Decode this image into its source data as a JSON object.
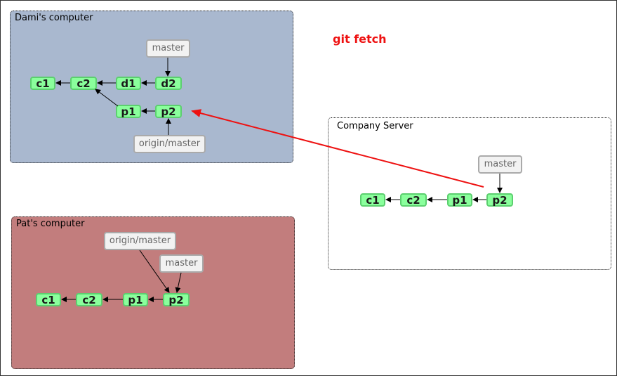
{
  "command": {
    "label": "git fetch",
    "color": "#ee1111"
  },
  "dami": {
    "title": "Dami's computer",
    "background": "#a9b8cf",
    "commits": {
      "c1": "c1",
      "c2": "c2",
      "d1": "d1",
      "d2": "d2",
      "p1": "p1",
      "p2": "p2"
    },
    "refs": {
      "master": "master",
      "origin_master": "origin/master"
    }
  },
  "pat": {
    "title": "Pat's computer",
    "background": "#c27d7d",
    "commits": {
      "c1": "c1",
      "c2": "c2",
      "p1": "p1",
      "p2": "p2"
    },
    "refs": {
      "origin_master": "origin/master",
      "master": "master"
    }
  },
  "server": {
    "title": "Company Server",
    "background": "#ffffff",
    "commits": {
      "c1": "c1",
      "c2": "c2",
      "p1": "p1",
      "p2": "p2"
    },
    "refs": {
      "master": "master"
    }
  },
  "colors": {
    "commit_fill": "#8aff9c",
    "commit_border": "#5ccf6f",
    "ref_fill": "#f2f2f2",
    "fetch_arrow": "#ee1111"
  }
}
